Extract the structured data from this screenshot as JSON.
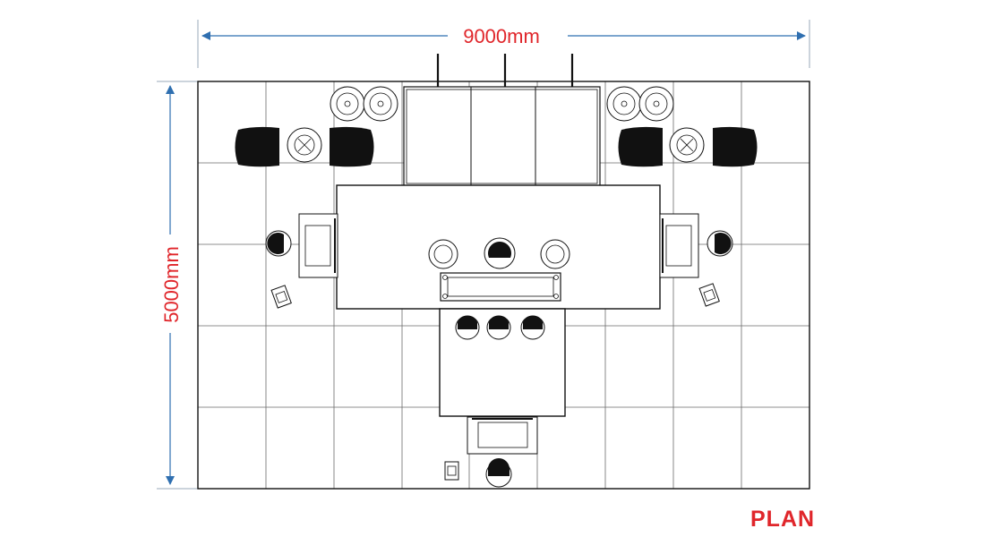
{
  "width_dimension": "9000mm",
  "height_dimension": "5000mm",
  "view_title": "PLAN",
  "colors": {
    "dimension_text": "#e0262b",
    "dimension_line": "#2f6fb0",
    "title": "#e0262b",
    "linework": "#111111",
    "grid": "#6a6a6a"
  }
}
